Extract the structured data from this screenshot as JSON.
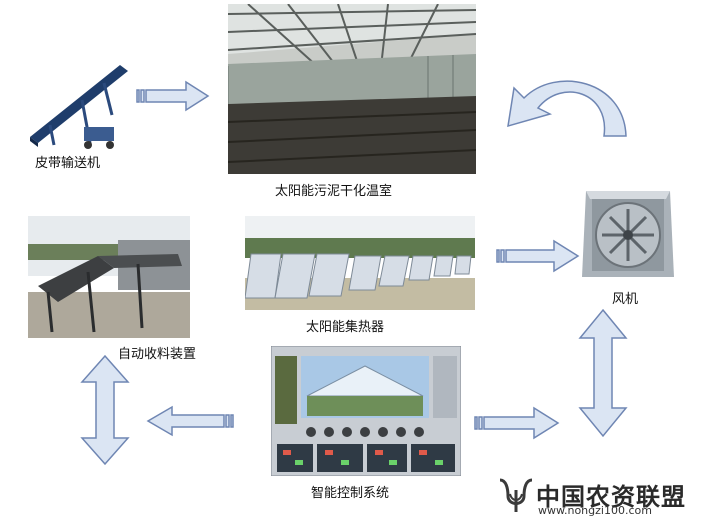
{
  "nodes": {
    "conveyor": {
      "label": "皮带输送机"
    },
    "greenhouse": {
      "label": "太阳能污泥干化温室"
    },
    "fan": {
      "label": "风机"
    },
    "collector": {
      "label": "太阳能集热器"
    },
    "harvester": {
      "label": "自动收料装置"
    },
    "control": {
      "label": "智能控制系统"
    }
  },
  "watermark": {
    "name": "中国农资联盟",
    "url": "www.nongzi100.com"
  },
  "colors": {
    "arrow_fill": "#dbe5f3",
    "arrow_stroke": "#6f86b3"
  }
}
